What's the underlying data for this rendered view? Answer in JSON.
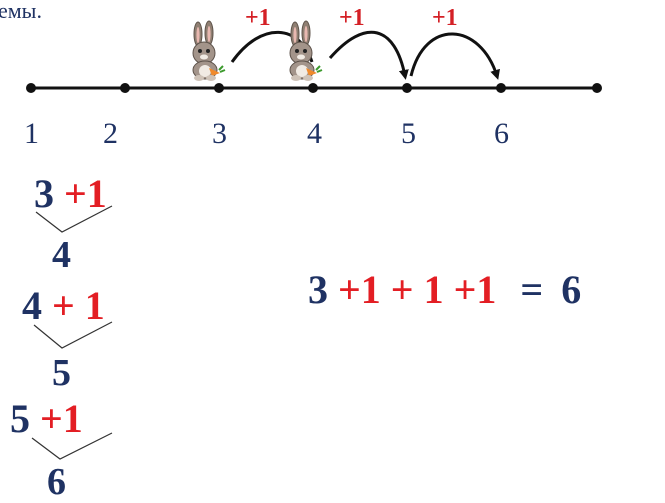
{
  "caption": "емы.",
  "number_line": {
    "labels": [
      "1",
      "2",
      "3",
      "4",
      "5",
      "6"
    ],
    "jumps": [
      "+1",
      "+1",
      "+1"
    ]
  },
  "steps": [
    {
      "a": "3",
      "op": "+",
      "b": "1",
      "result": "4"
    },
    {
      "a": "4",
      "op": "+",
      "b": "1",
      "result": "5"
    },
    {
      "a": "5",
      "op": "+",
      "b": "1",
      "result": "6"
    }
  ],
  "equation": {
    "start": "3",
    "plus": "+",
    "one": "1",
    "equals": "=",
    "total": "6"
  },
  "colors": {
    "navy": "#1f3263",
    "red": "#e31e24",
    "line": "#111111"
  },
  "icons": [
    "bunny-icon",
    "bunny-icon"
  ]
}
